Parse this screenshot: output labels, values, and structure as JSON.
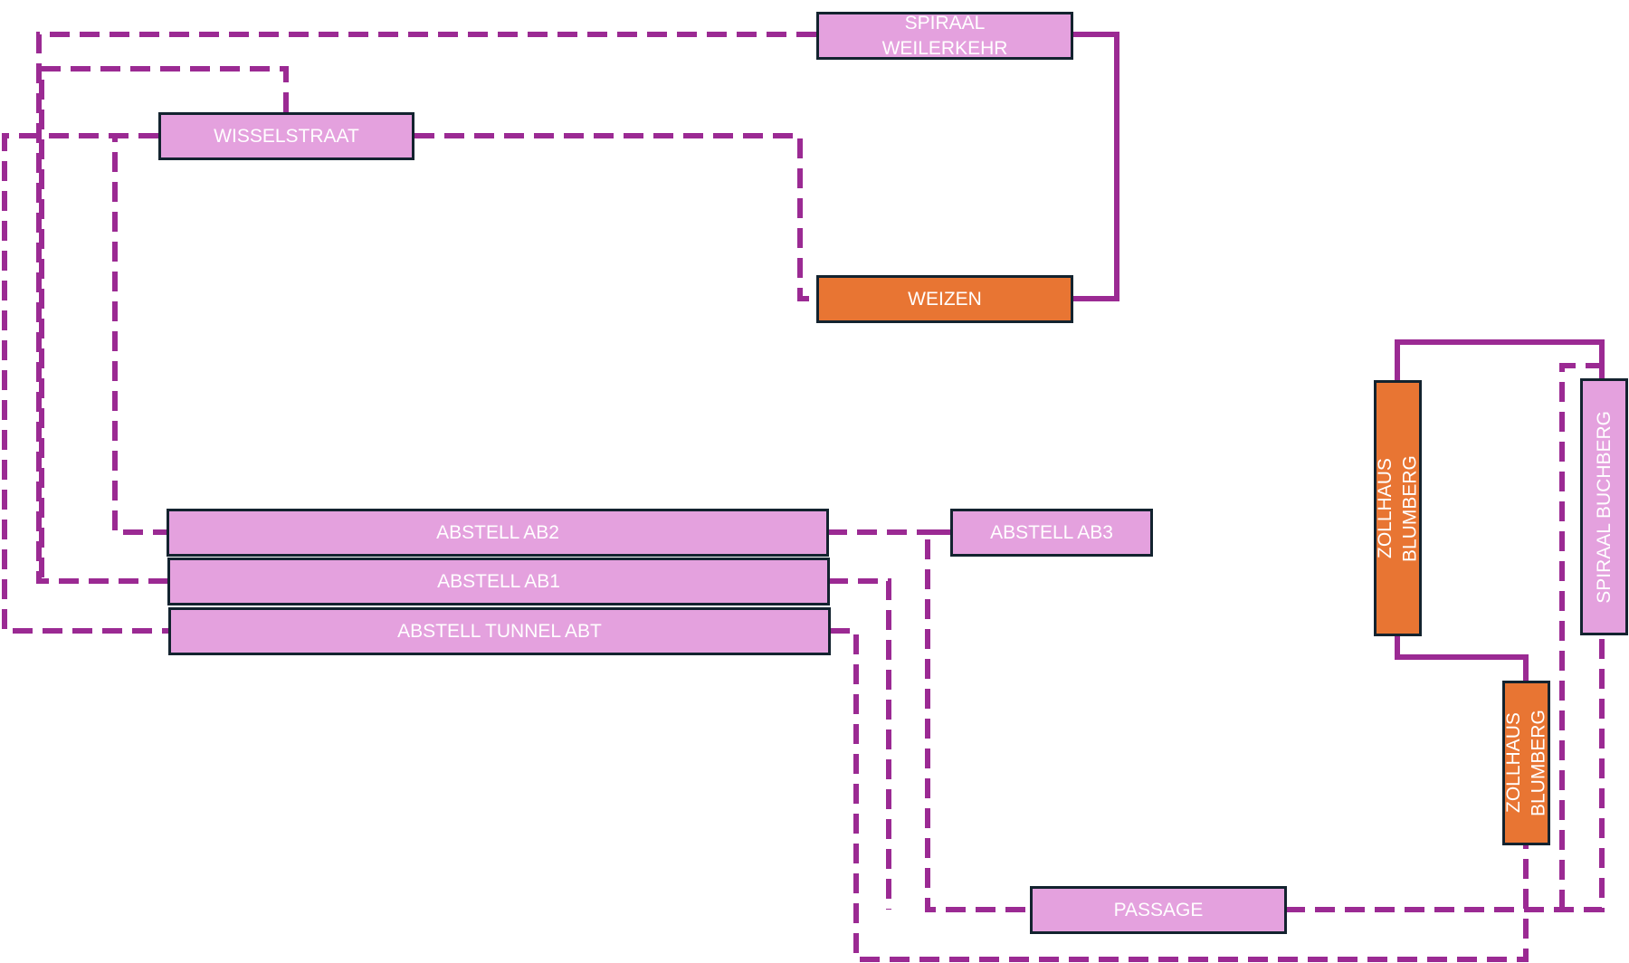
{
  "colors": {
    "line": "#9b2a93",
    "node_pink": "#e4a1de",
    "node_orange": "#e87533",
    "node_border": "#13232f",
    "label": "#ffffff"
  },
  "nodes": {
    "spiraal_weilerkehr": "SPIRAAL WEILERKEHR",
    "wisselstraat": "WISSELSTRAAT",
    "weizen": "WEIZEN",
    "abstell_ab2": "ABSTELL AB2",
    "abstell_ab1": "ABSTELL AB1",
    "abstell_tunnel_abt": "ABSTELL TUNNEL ABT",
    "abstell_ab3": "ABSTELL AB3",
    "passage": "PASSAGE",
    "zollhaus_blumberg_1": "ZOLLHAUS BLUMBERG",
    "zollhaus_blumberg_2": "ZOLLHAUS BLUMBERG",
    "spiraal_buchberg": "SPIRAAL BUCHBERG"
  }
}
